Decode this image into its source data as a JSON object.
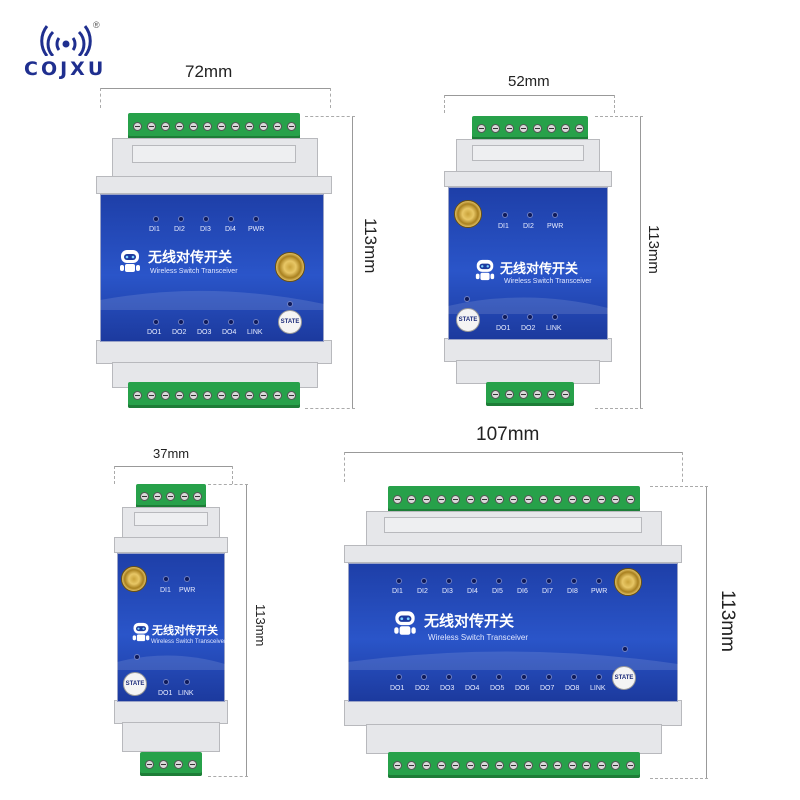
{
  "brand": {
    "name": "COJXU",
    "reg_mark": "®",
    "accent": "#1f2f8f"
  },
  "colors": {
    "panel_blue": "#2a55c9",
    "terminal_green": "#27a14a",
    "shell_gray": "#e6e7ea"
  },
  "modules": {
    "m72": {
      "width_label": "72mm",
      "height_label": "113mm",
      "title_cn": "无线对传开关",
      "title_en": "Wireless Switch Transceiver",
      "di": [
        "DI1",
        "DI2",
        "DI3",
        "DI4",
        "PWR"
      ],
      "do": [
        "DO1",
        "DO2",
        "DO3",
        "DO4",
        "LINK"
      ],
      "state": "STATE"
    },
    "m52": {
      "width_label": "52mm",
      "height_label": "113mm",
      "title_cn": "无线对传开关",
      "title_en": "Wireless Switch Transceiver",
      "di": [
        "DI1",
        "DI2",
        "PWR"
      ],
      "do": [
        "DO1",
        "DO2",
        "LINK"
      ],
      "state": "STATE"
    },
    "m37": {
      "width_label": "37mm",
      "height_label": "113mm",
      "title_cn": "无线对传开关",
      "title_en": "Wireless Switch Transceiver",
      "di": [
        "DI1",
        "PWR"
      ],
      "do": [
        "DO1",
        "LINK"
      ],
      "state": "STATE"
    },
    "m107": {
      "width_label": "107mm",
      "height_label": "113mm",
      "title_cn": "无线对传开关",
      "title_en": "Wireless Switch Transceiver",
      "di": [
        "DI1",
        "DI2",
        "DI3",
        "DI4",
        "DI5",
        "DI6",
        "DI7",
        "DI8",
        "PWR"
      ],
      "do": [
        "DO1",
        "DO2",
        "DO3",
        "DO4",
        "DO5",
        "DO6",
        "DO7",
        "DO8",
        "LINK"
      ],
      "state": "STATE"
    }
  }
}
